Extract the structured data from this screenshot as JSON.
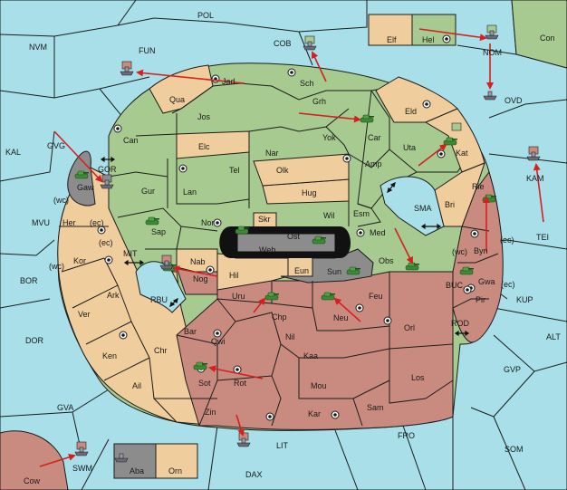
{
  "colors": {
    "sea": "#a8dfe9",
    "green": "#a6ca8f",
    "tan": "#f0cd9c",
    "red": "#c98b7f",
    "gray": "#8c8c8c",
    "unit": "#3c8a34",
    "fleet_hull": "#6a6a7a",
    "line": "#1c1c1c",
    "arrow": "#d42020"
  },
  "labels": {
    "POL": "POL",
    "NVM": "NVM",
    "FUN": "FUN",
    "COB": "COB",
    "Elf": "Elf",
    "Hel": "Hel",
    "Con": "Con",
    "NOM": "NOM",
    "OVD": "OVD",
    "Jad": "Jad",
    "Sch": "Sch",
    "Qua": "Qua",
    "Jos": "Jos",
    "Grh": "Grh",
    "Eld": "Eld",
    "Can": "Can",
    "Yok": "Yok",
    "Car": "Car",
    "KAL": "KAL",
    "GVG": "GVG",
    "Elc": "Elc",
    "Nar": "Nar",
    "Uta": "Uta",
    "Kat": "Kat",
    "Amp": "Amp",
    "Tel": "Tel",
    "Olk": "Olk",
    "GOR": "GOR",
    "Gaw": "Gaw",
    "KAM": "KAM",
    "Gur": "Gur",
    "Lan": "Lan",
    "Hug": "Hug",
    "Rie": "Rie",
    "SMA": "SMA",
    "Bri": "Bri",
    "wc1": "(wc)",
    "ec1": "(ec)",
    "Her": "Her",
    "MVU": "MVU",
    "Wil": "Wil",
    "Esm": "Esm",
    "Nor": "Nor",
    "Skr": "Skr",
    "Sap": "Sap",
    "Ost": "Ost",
    "Web": "Web",
    "Mel": "Med",
    "TEI": "TEI",
    "ec2": "(ec)",
    "wc3": "(wc)",
    "Byn": "Byn",
    "ec4": "(ec)",
    "MIT": "MIT",
    "wc2": "(wc)",
    "Kor": "Kor",
    "Nab": "Nab",
    "Obs": "Obs",
    "Eun": "Eun",
    "Sun": "Sun",
    "BOR": "BOR",
    "Hil": "Hil",
    "Nog": "Nog",
    "RBU": "RBU",
    "BUC": "BUC",
    "Gwa": "Gwa",
    "ec3": "(ec)",
    "Pir": "Pir",
    "KUP": "KUP",
    "Ark": "Ark",
    "Uru": "Uru",
    "Feu": "Feu",
    "Chp": "Chp",
    "Neu": "Neu",
    "Ver": "Ver",
    "Orl": "Orl",
    "ROD": "ROD",
    "DOR": "DOR",
    "Bar": "Bar",
    "Qwi": "Qwi",
    "Nil": "Nil",
    "ALT": "ALT",
    "Ken": "Ken",
    "Chr": "Chr",
    "Kaa": "Kaa",
    "GVP": "GVP",
    "Sot": "Sot",
    "Rot": "Rot",
    "Los": "Los",
    "Ail": "Ail",
    "Mou": "Mou",
    "GVA": "GVA",
    "Sam": "Sam",
    "Zin": "Zin",
    "Kar": "Kar",
    "FRO": "FRO",
    "LIT": "LIT",
    "SOM": "SOM",
    "SWM": "SWM",
    "Cow": "Cow",
    "Aba": "Aba",
    "Orn": "Orn",
    "DAX": "DAX"
  }
}
